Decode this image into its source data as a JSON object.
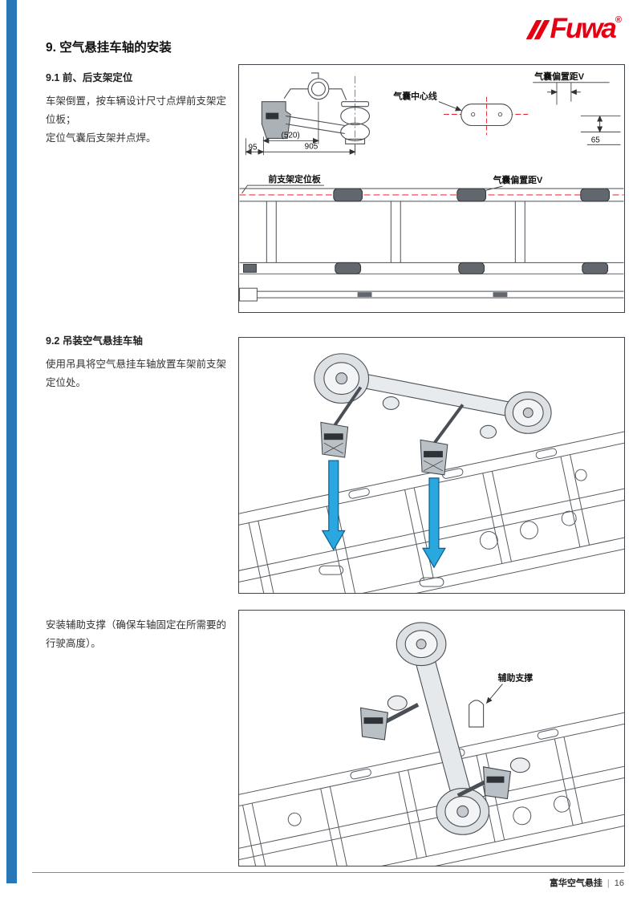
{
  "colors": {
    "accent_bar_blue": "#2878b8",
    "logo_red": "#e60012",
    "arrow_blue": "#2aa7df",
    "centerline_red": "#e60012"
  },
  "icons": {
    "logo_stripes": "double-slash"
  },
  "logo": {
    "text": "Fuwa",
    "registered": "®"
  },
  "page_title": "9. 空气悬挂车轴的安装",
  "section1": {
    "heading": "9.1 前、后支架定位",
    "para1": "车架倒置，按车辆设计尺寸点焊前支架定位板；",
    "para2": "定位气囊后支架并点焊。"
  },
  "figure1": {
    "labels": {
      "airbag_centerline": "气囊中心线",
      "offset_top": "气囊偏置距V",
      "dim95": "95",
      "dim520": "(520)",
      "dim905": "905",
      "dim65": "65",
      "front_plate": "前支架定位板",
      "offset_bottom": "气囊偏置距V"
    }
  },
  "section2": {
    "heading": "9.2 吊装空气悬挂车轴",
    "para1": "使用吊具将空气悬挂车轴放置车架前支架定位处。"
  },
  "section3": {
    "para1": "安装辅助支撑（确保车轴固定在所需要的行驶高度）。",
    "figure_label": "辅助支撑"
  },
  "footer": {
    "brand": "富华空气悬挂",
    "separator": "|",
    "page_number": "16"
  }
}
